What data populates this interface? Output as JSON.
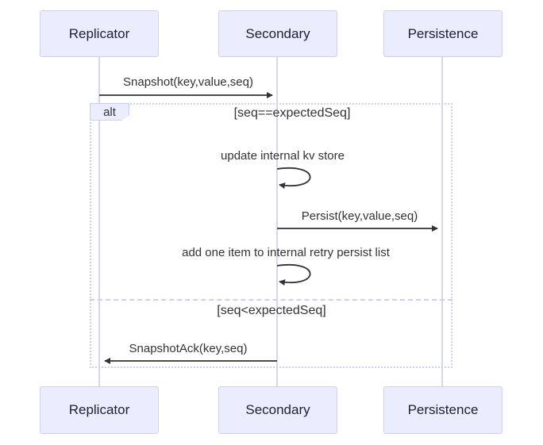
{
  "diagram": {
    "kind": "sequence-diagram",
    "actors": [
      {
        "label": "Replicator"
      },
      {
        "label": "Secondary"
      },
      {
        "label": "Persistence"
      }
    ],
    "messages": [
      {
        "label": "Snapshot(key,value,seq)",
        "from": "Replicator",
        "to": "Secondary",
        "style": "solid-arrow"
      },
      {
        "label": "update internal kv store",
        "from": "Secondary",
        "to": "Secondary",
        "style": "self-loop"
      },
      {
        "label": "Persist(key,value,seq)",
        "from": "Secondary",
        "to": "Persistence",
        "style": "solid-arrow"
      },
      {
        "label": "add one item to internal retry persist list",
        "from": "Secondary",
        "to": "Secondary",
        "style": "self-loop"
      },
      {
        "label": "SnapshotAck(key,seq)",
        "from": "Secondary",
        "to": "Replicator",
        "style": "solid-arrow"
      }
    ],
    "alt_frame": {
      "operator": "alt",
      "conditions": [
        "[seq==expectedSeq]",
        "[seq<expectedSeq]"
      ]
    },
    "colors": {
      "actor_fill": "#ECECFF",
      "actor_border": "#CFCFEE",
      "lifeline": "#C9C9E6",
      "frame_border": "#CCCCFF",
      "arrow": "#333333",
      "text": "#333333"
    }
  }
}
